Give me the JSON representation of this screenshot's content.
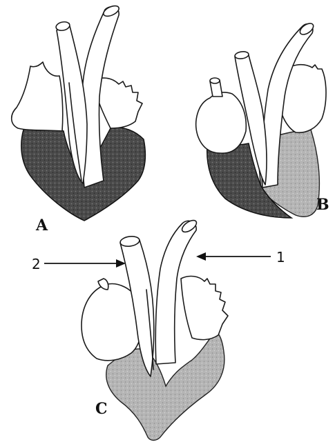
{
  "diagram": {
    "panels": [
      {
        "id": "A",
        "label": "A"
      },
      {
        "id": "B",
        "label": "B"
      },
      {
        "id": "C",
        "label": "C"
      }
    ],
    "callouts": [
      {
        "id": "1",
        "label": "1"
      },
      {
        "id": "2",
        "label": "2"
      }
    ],
    "colors": {
      "ink": "#1a1a1a",
      "dark_shade": "#4a4a4a",
      "light_shade": "#b5b5b5",
      "background": "#ffffff"
    }
  }
}
